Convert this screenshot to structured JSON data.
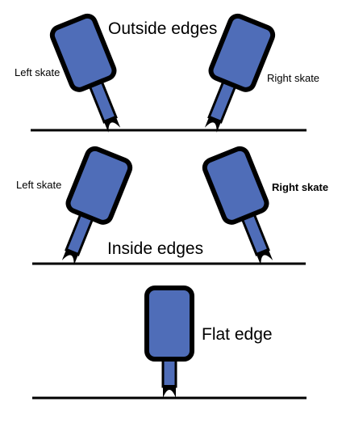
{
  "colors": {
    "boot_fill": "#4F6DB8",
    "outline": "#000000",
    "background": "#ffffff"
  },
  "panels": {
    "outside": {
      "title": "Outside edges",
      "left_label": "Left skate",
      "right_label": "Right skate"
    },
    "inside": {
      "title": "Inside edges",
      "left_label": "Left skate",
      "right_label": "Right skate"
    },
    "flat": {
      "title": "Flat edge"
    }
  }
}
